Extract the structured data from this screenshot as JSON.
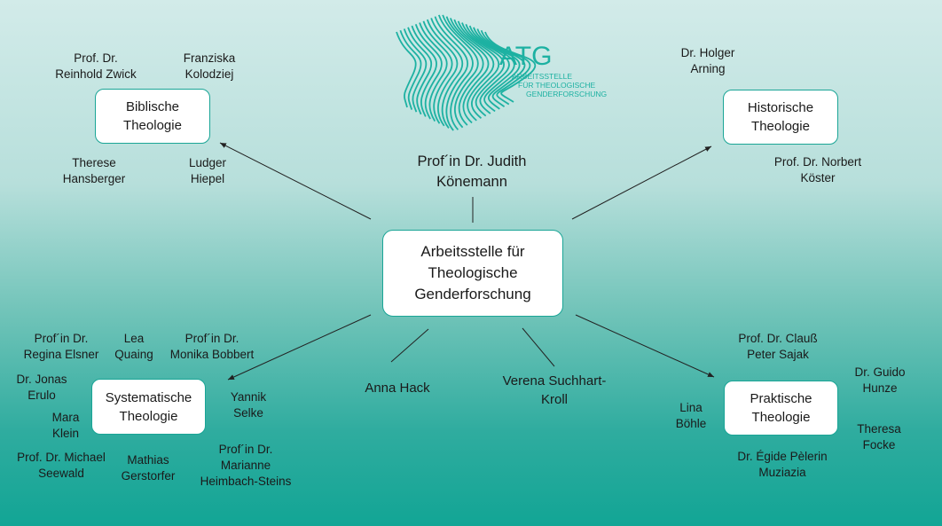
{
  "logo": {
    "abbr": "ATG",
    "lines": [
      "ARBEITSSTELLE",
      "FÜR THEOLOGISCHE",
      "GENDERFORSCHUNG"
    ],
    "color": "#1db1a2"
  },
  "head": [
    "Prof´in Dr. Judith",
    "Könemann"
  ],
  "center": [
    "Arbeitsstelle für",
    "Theologische",
    "Genderforschung"
  ],
  "staff": {
    "anna": "Anna Hack",
    "verena": [
      "Verena Suchhart-",
      "Kroll"
    ]
  },
  "biblische": {
    "label": [
      "Biblische",
      "Theologie"
    ],
    "members": [
      [
        "Prof. Dr.",
        "Reinhold Zwick"
      ],
      [
        "Franziska",
        "Kolodziej"
      ],
      [
        "Therese",
        "Hansberger"
      ],
      [
        "Ludger",
        "Hiepel"
      ]
    ]
  },
  "historische": {
    "label": [
      "Historische",
      "Theologie"
    ],
    "members": [
      [
        "Dr. Holger",
        "Arning"
      ],
      [
        "Prof. Dr. Norbert",
        "Köster"
      ]
    ]
  },
  "systematische": {
    "label": [
      "Systematische",
      "Theologie"
    ],
    "members": [
      [
        "Prof´in Dr.",
        "Regina Elsner"
      ],
      [
        "Lea",
        "Quaing"
      ],
      [
        "Prof´in Dr.",
        "Monika Bobbert"
      ],
      [
        "Dr. Jonas",
        "Erulo"
      ],
      [
        "Mara",
        "Klein"
      ],
      [
        "Prof. Dr. Michael",
        "Seewald"
      ],
      [
        "Mathias",
        "Gerstorfer"
      ],
      [
        "Prof´in Dr.",
        "Marianne",
        "Heimbach-Steins"
      ],
      [
        "Yannik",
        "Selke"
      ]
    ]
  },
  "praktische": {
    "label": [
      "Praktische",
      "Theologie"
    ],
    "members": [
      [
        "Prof. Dr. Clauß",
        "Peter Sajak"
      ],
      [
        "Dr. Guido",
        "Hunze"
      ],
      [
        "Lina",
        "Böhle"
      ],
      [
        "Theresa",
        "Focke"
      ],
      [
        "Dr. Égide Pèlerin",
        "Muziazia"
      ]
    ]
  }
}
